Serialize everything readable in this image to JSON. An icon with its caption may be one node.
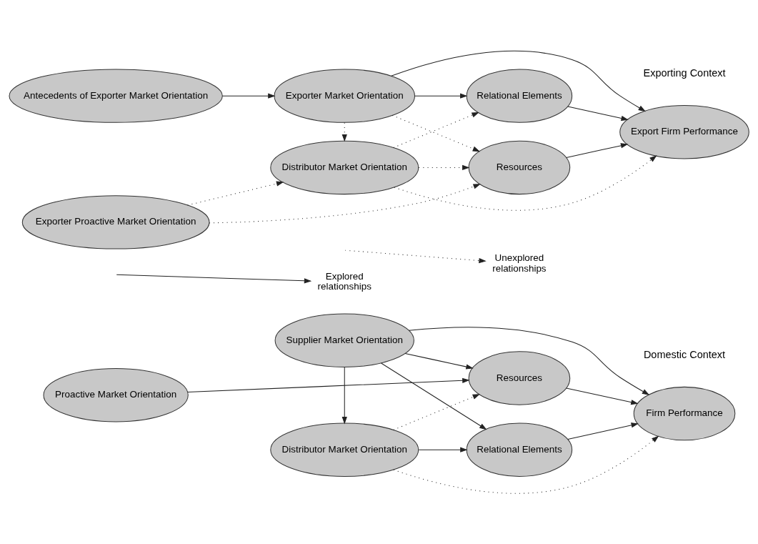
{
  "diagram": {
    "nodes": [
      {
        "text": [
          "Proactive Market Orientation"
        ]
      },
      {
        "text": [
          "Supplier Market Orientation"
        ]
      },
      {
        "text": [
          "Resources"
        ]
      },
      {
        "text": [
          "Distributor Market Orientation"
        ]
      },
      {
        "text": [
          "Relational Elements"
        ]
      },
      {
        "text": [
          "Firm Performance"
        ]
      },
      {
        "text": [
          "Antecedents of Exporter Market Orientation"
        ]
      },
      {
        "text": [
          "Exporter Market Orientation"
        ]
      },
      {
        "text": [
          "Resources"
        ]
      },
      {
        "text": [
          "Exporter Proactive Market Orientation"
        ]
      },
      {
        "text": [
          "Distributor Market Orientation"
        ]
      },
      {
        "text": [
          "Relational Elements"
        ]
      },
      {
        "text": [
          "Export Firm Performance"
        ]
      }
    ],
    "edges": [
      {
        "from": 0,
        "to": 2,
        "arrow": "to"
      },
      {
        "from": 1,
        "to": 2,
        "arrow": "to"
      },
      {
        "from": 1,
        "to": 5,
        "arrow": "to"
      },
      {
        "from": 1,
        "to": 4,
        "arrow": "to"
      },
      {
        "from": 1,
        "to": 3,
        "arrow": "to"
      },
      {
        "from": 3,
        "to": 2,
        "arrow": "to",
        "style": "dashed"
      },
      {
        "from": 3,
        "to": 5,
        "arrow": "to",
        "style": "dashed"
      },
      {
        "from": 3,
        "to": 4,
        "arrow": "to"
      },
      {
        "from": 2,
        "to": 5,
        "arrow": "to"
      },
      {
        "from": 4,
        "to": 5,
        "arrow": "to"
      },
      {
        "from": 9,
        "to": 8,
        "arrow": "to",
        "style": "dashed"
      },
      {
        "from": 6,
        "to": 7,
        "arrow": "to"
      },
      {
        "from": 7,
        "to": 8,
        "arrow": "to",
        "style": "dashed"
      },
      {
        "from": 7,
        "to": 12,
        "arrow": "to"
      },
      {
        "from": 7,
        "to": 11,
        "arrow": "to"
      },
      {
        "from": 7,
        "to": 10,
        "arrow": "to",
        "style": "dashed"
      },
      {
        "from": 9,
        "to": 10,
        "arrow": "to",
        "style": "dashed"
      },
      {
        "from": 10,
        "to": 8,
        "arrow": "to",
        "style": "dashed"
      },
      {
        "from": 10,
        "to": 12,
        "arrow": "to",
        "style": "dashed"
      },
      {
        "from": 10,
        "to": 11,
        "arrow": "to",
        "style": "dashed"
      },
      {
        "from": 8,
        "to": 12,
        "arrow": "to"
      },
      {
        "from": 11,
        "to": 12,
        "arrow": "to"
      }
    ],
    "labels": [
      "Domestic Context",
      "Exporting Context"
    ],
    "legend": [
      {
        "text": "Explored relationships"
      },
      {
        "text": "Unexplored relationships"
      }
    ]
  }
}
